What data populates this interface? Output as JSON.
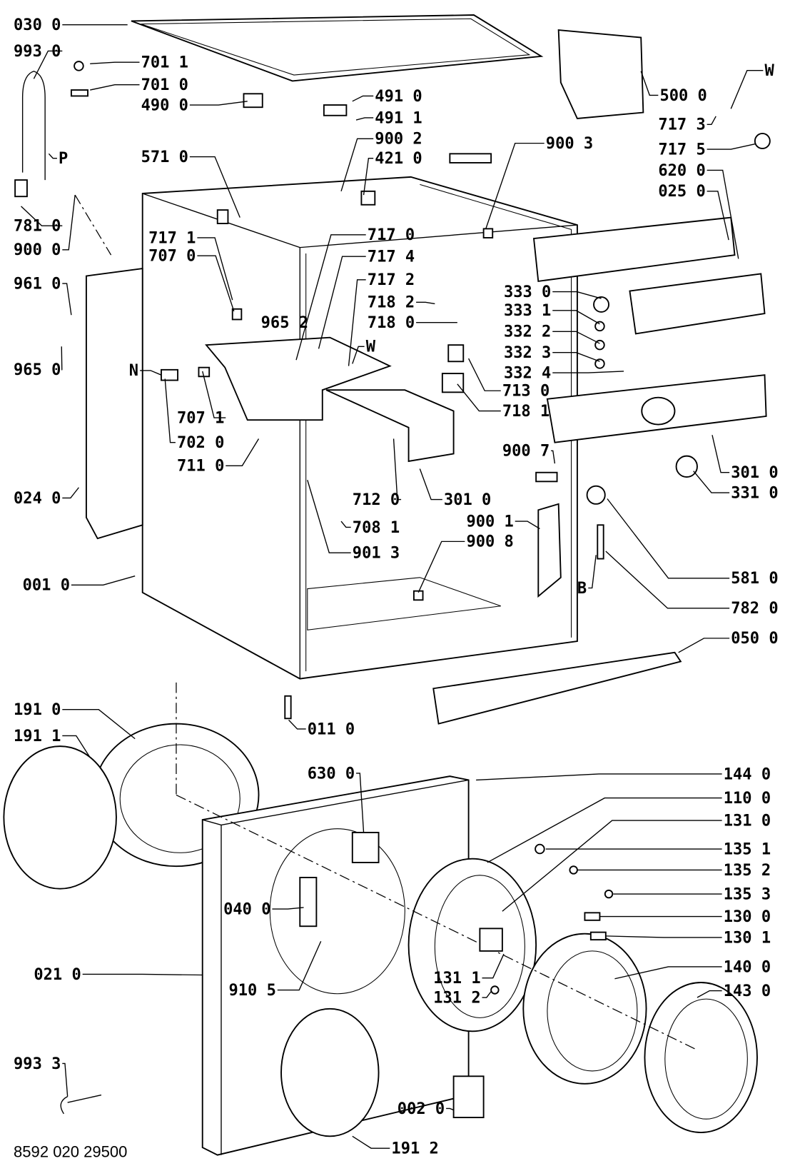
{
  "diagram": {
    "document_code": "8592 020 29500",
    "labels": [
      "030 0",
      "993 0",
      "701 1",
      "701 0",
      "490 0",
      "491 0",
      "491 1",
      "900 2",
      "421 0",
      "571 0",
      "781 0",
      "900 0",
      "717 1",
      "707 0",
      "717 0",
      "717 4",
      "717 2",
      "718 2",
      "718 0",
      "961 0",
      "965 2",
      "965 0",
      "N",
      "W",
      "707 1",
      "702 0",
      "711 0",
      "713 0",
      "718 1",
      "024 0",
      "712 0",
      "708 1",
      "901 3",
      "301 0",
      "900 7",
      "900 1",
      "900 8",
      "001 0",
      "B",
      "581 0",
      "782 0",
      "050 0",
      "011 0",
      "191 0",
      "191 1",
      "630 0",
      "144 0",
      "110 0",
      "131 0",
      "135 1",
      "135 2",
      "135 3",
      "130 0",
      "130 1",
      "140 0",
      "143 0",
      "040 0",
      "021 0",
      "910 5",
      "131 1",
      "131 2",
      "993 3",
      "002 0",
      "191 2",
      "500 0",
      "W",
      "717 3",
      "717 5",
      "620 0",
      "025 0",
      "900 3",
      "333 0",
      "333 1",
      "332 2",
      "332 3",
      "332 4",
      "301 0",
      "331 0",
      "P"
    ],
    "line_color": "#000000",
    "background": "#ffffff"
  }
}
